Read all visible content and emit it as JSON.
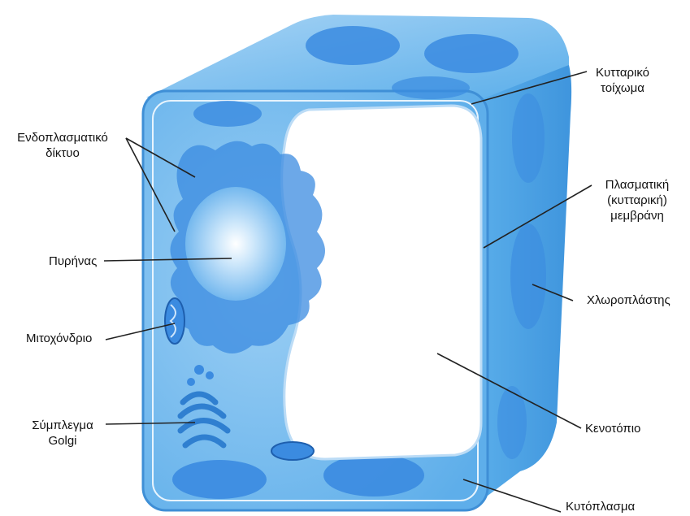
{
  "labels": {
    "cell_wall": [
      "Κυτταρικό",
      "τοίχωμα"
    ],
    "endoplasmic_reticulum": [
      "Ενδοπλασματικό",
      "δίκτυο"
    ],
    "plasma_membrane": [
      "Πλασματική",
      "(κυτταρική)",
      "μεμβράνη"
    ],
    "nucleus": "Πυρήνας",
    "chloroplast": "Χλωροπλάστης",
    "mitochondrion": "Μιτοχόνδριο",
    "golgi": [
      "Σύμπλεγμα",
      "Golgi"
    ],
    "vacuole": "Κενοτόπιο",
    "cytoplasm": "Κυτόπλασμα"
  },
  "colors": {
    "cell_light": "#7fc0ef",
    "cell_mid": "#4aa2e6",
    "cell_dark": "#2f7fd0",
    "organelle": "#3b8be0",
    "vacuole": "#ffffff",
    "label_line": "#222222"
  }
}
